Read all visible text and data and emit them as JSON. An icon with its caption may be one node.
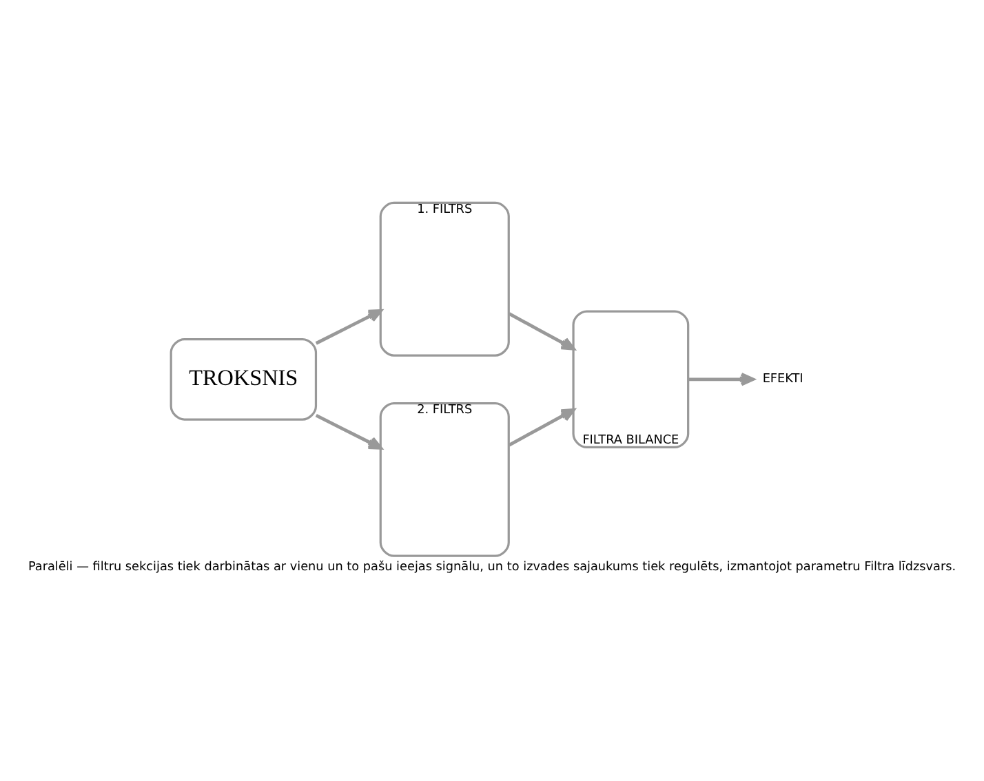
{
  "diagram": {
    "caption": "Paralēli — filtru sekcijas tiek darbinātas ar vienu un to pašu ieejas signālu, un to izvades sajaukums tiek regulēts, izmantojot parametru Filtra līdzsvars.",
    "nodes": [
      {
        "text": [
          "TROKSNIS"
        ]
      },
      {
        "text": [
          "1. FILTRS"
        ]
      },
      {
        "text": [
          "2. FILTRS"
        ]
      },
      {
        "text": [
          "FILTRA BILANCE"
        ]
      },
      {
        "text": [
          "EFEKTI"
        ]
      }
    ],
    "edges": [
      {
        "from": 0,
        "to": 1,
        "arrow": "to"
      },
      {
        "from": 0,
        "to": 2,
        "arrow": "to"
      },
      {
        "from": 1,
        "to": 3,
        "arrow": "to"
      },
      {
        "from": 2,
        "to": 3,
        "arrow": "to"
      },
      {
        "from": 3,
        "to": 4,
        "arrow": "to"
      }
    ]
  }
}
